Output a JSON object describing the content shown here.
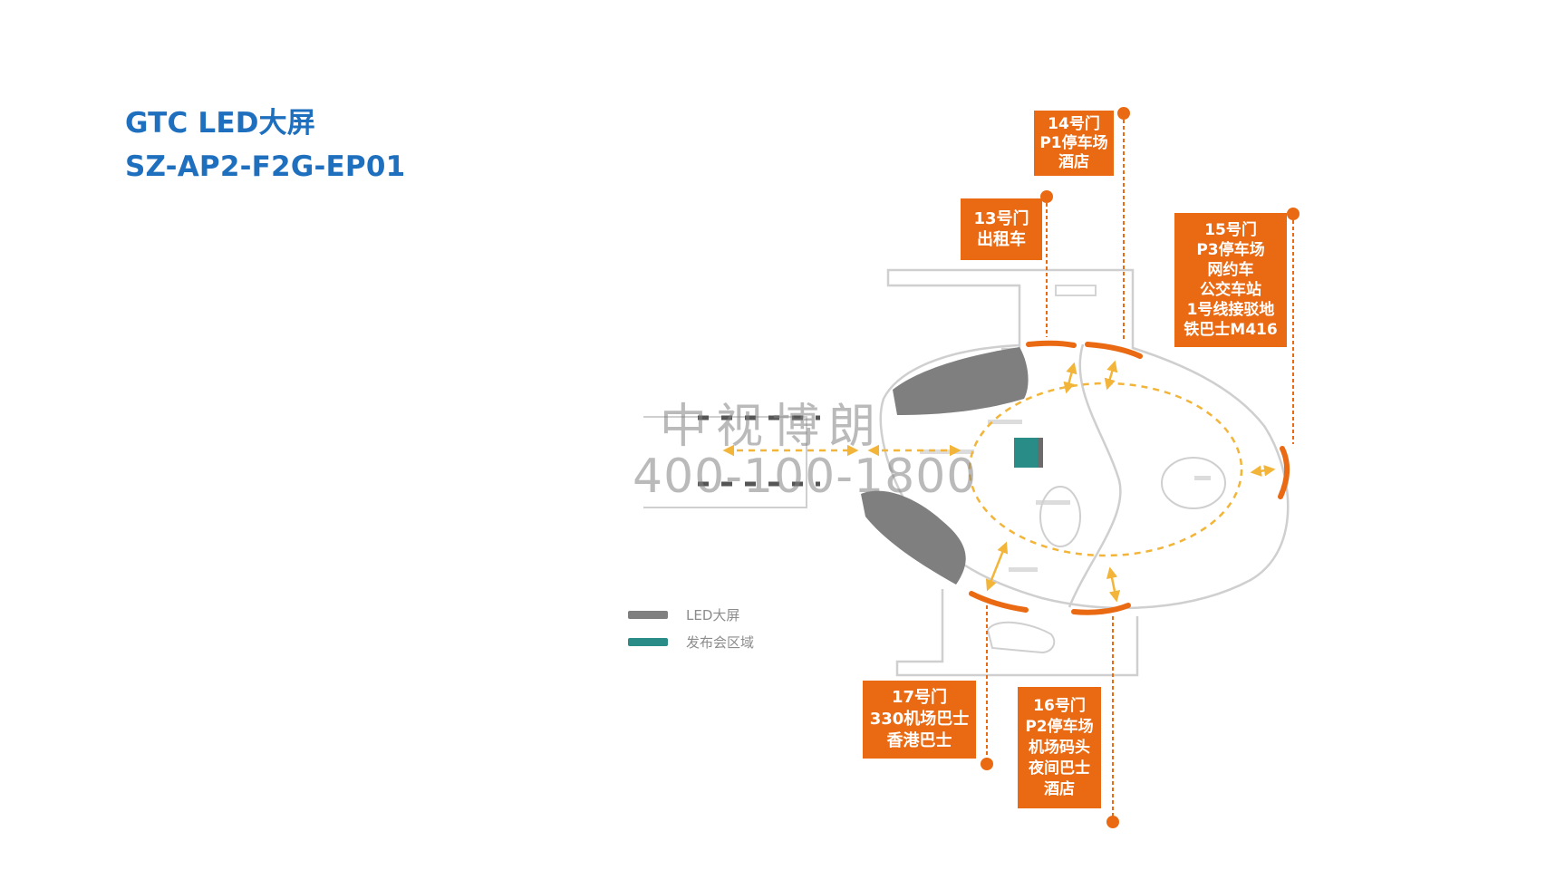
{
  "header": {
    "title_line1": "GTC LED大屏",
    "title_line2": "SZ-AP2-F2G-EP01"
  },
  "gates": [
    {
      "id": "gate-14",
      "lines": [
        "14号门",
        "P1停车场",
        "酒店"
      ]
    },
    {
      "id": "gate-13",
      "lines": [
        "13号门",
        "出租车"
      ]
    },
    {
      "id": "gate-15",
      "lines": [
        "15号门",
        "P3停车场",
        "网约车",
        "公交车站",
        "1号线接驳地",
        "铁巴士M416"
      ]
    },
    {
      "id": "gate-17",
      "lines": [
        "17号门",
        "330机场巴士",
        "香港巴士"
      ]
    },
    {
      "id": "gate-16",
      "lines": [
        "16号门",
        "P2停车场",
        "机场码头",
        "夜间巴士",
        "酒店"
      ]
    }
  ],
  "legend": {
    "led_label": "LED大屏",
    "event_label": "发布会区域"
  },
  "watermark": {
    "line1": "中视博朗",
    "line2": "400-100-1800"
  },
  "colors": {
    "title": "#1f6fbf",
    "gate_box": "#ea6a14",
    "led_screen": "#7f7f7f",
    "event_area": "#2a8c86",
    "arrow": "#f2b53a",
    "outline": "#cfcfcf"
  }
}
